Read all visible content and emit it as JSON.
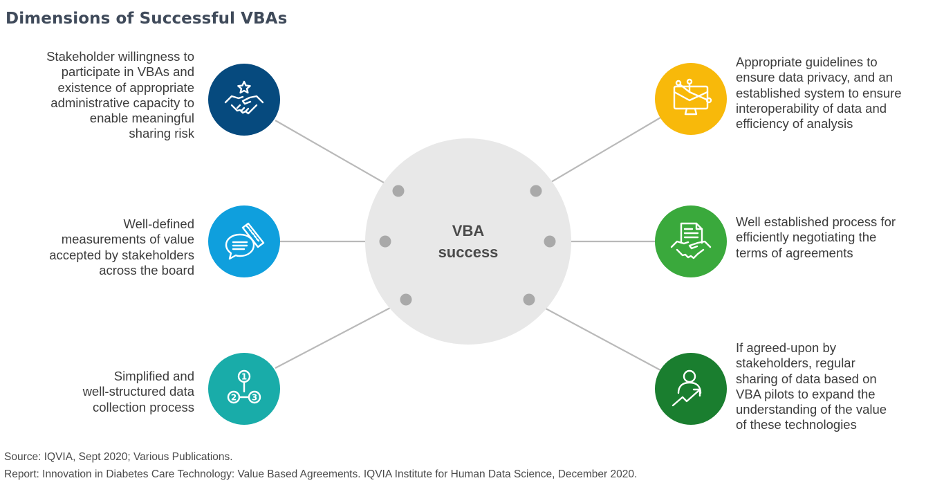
{
  "title": "Dimensions of Successful VBAs",
  "center": {
    "lines": [
      "VBA",
      "success"
    ]
  },
  "dimensions": [
    {
      "icon": "handshake-star-icon",
      "color": "#064a7e",
      "lines": [
        "Stakeholder willingness to",
        "participate in VBAs and",
        "existence of appropriate",
        "administrative capacity to",
        "enable meaningful",
        "sharing risk"
      ]
    },
    {
      "icon": "chat-ruler-icon",
      "color": "#0f9fdd",
      "lines": [
        "Well-defined",
        "measurements of value",
        "accepted by stakeholders",
        "across the board"
      ]
    },
    {
      "icon": "numbered-steps-icon",
      "color": "#19aca9",
      "lines": [
        "Simplified and",
        "well-structured data",
        "collection process"
      ]
    },
    {
      "icon": "monitor-network-icon",
      "color": "#f8b90a",
      "lines": [
        "Appropriate guidelines to",
        "ensure data privacy, and an",
        "established system to ensure",
        "interoperability of data and",
        "efficiency of analysis"
      ]
    },
    {
      "icon": "document-handshake-icon",
      "color": "#3aa93c",
      "lines": [
        "Well established process for",
        "efficiently negotiating the",
        "terms of agreements"
      ]
    },
    {
      "icon": "person-growth-icon",
      "color": "#1a7e2f",
      "lines": [
        "If agreed-upon by",
        "stakeholders, regular",
        "sharing of data based on",
        "VBA pilots to expand the",
        "understanding of the value",
        "of these technologies"
      ]
    }
  ],
  "footer": {
    "source": "Source: IQVIA, Sept 2020; Various Publications.",
    "report": "Report: Innovation in Diabetes Care Technology: Value Based Agreements. IQVIA Institute for Human Data Science, December 2020."
  }
}
